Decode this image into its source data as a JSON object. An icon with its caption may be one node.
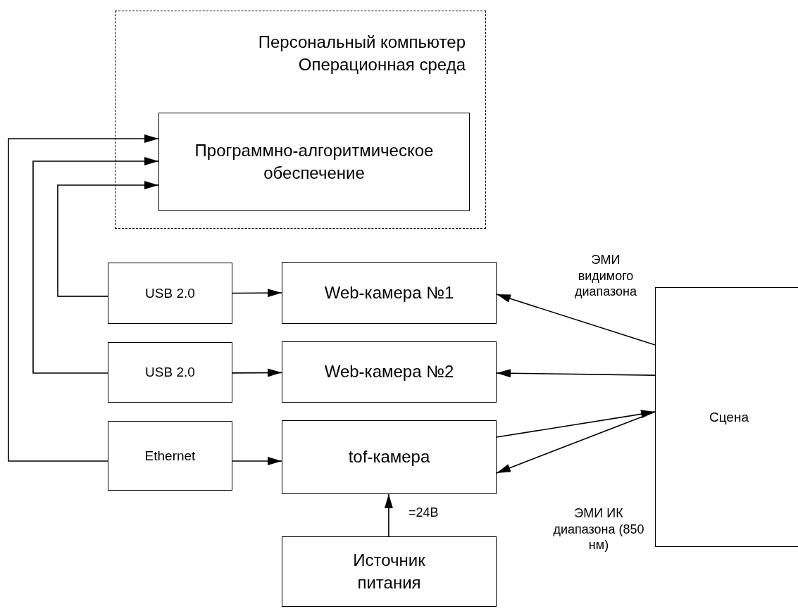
{
  "diagram": {
    "nodes": [
      {
        "text": [
          "Персональный компьютер Операционная среда"
        ]
      },
      {
        "text": [
          "Программно-алгоритмическое обеспечение"
        ],
        "in": 0
      },
      {
        "text": [
          "USB 2.0"
        ]
      },
      {
        "text": [
          "Web-камера №1"
        ]
      },
      {
        "text": [
          "USB 2.0"
        ]
      },
      {
        "text": [
          "Web-камера №2"
        ]
      },
      {
        "text": [
          "Ethernet"
        ]
      },
      {
        "text": [
          "tof-камера"
        ]
      },
      {
        "text": [
          "Сцена"
        ]
      },
      {
        "text": [
          "Источник питания"
        ]
      }
    ],
    "edges": [
      {
        "from": 6,
        "to": 1,
        "arrow": "to"
      },
      {
        "from": 4,
        "to": 1,
        "arrow": "to"
      },
      {
        "from": 2,
        "to": 1,
        "arrow": "to"
      },
      {
        "from": 2,
        "to": 3,
        "arrow": "to"
      },
      {
        "from": 4,
        "to": 5,
        "arrow": "to"
      },
      {
        "from": 6,
        "to": 7,
        "arrow": "to"
      },
      {
        "from": 8,
        "to": 3,
        "arrow": "to",
        "label": "ЭМИ видимого диапазона"
      },
      {
        "from": 8,
        "to": 5,
        "arrow": "to"
      },
      {
        "from": 7,
        "to": 8,
        "arrow": "to"
      },
      {
        "from": 8,
        "to": 7,
        "arrow": "to",
        "label": "ЭМИ ИК диапазона (850 нм)"
      },
      {
        "from": 9,
        "to": 7,
        "arrow": "to",
        "label": "=24В"
      }
    ]
  }
}
